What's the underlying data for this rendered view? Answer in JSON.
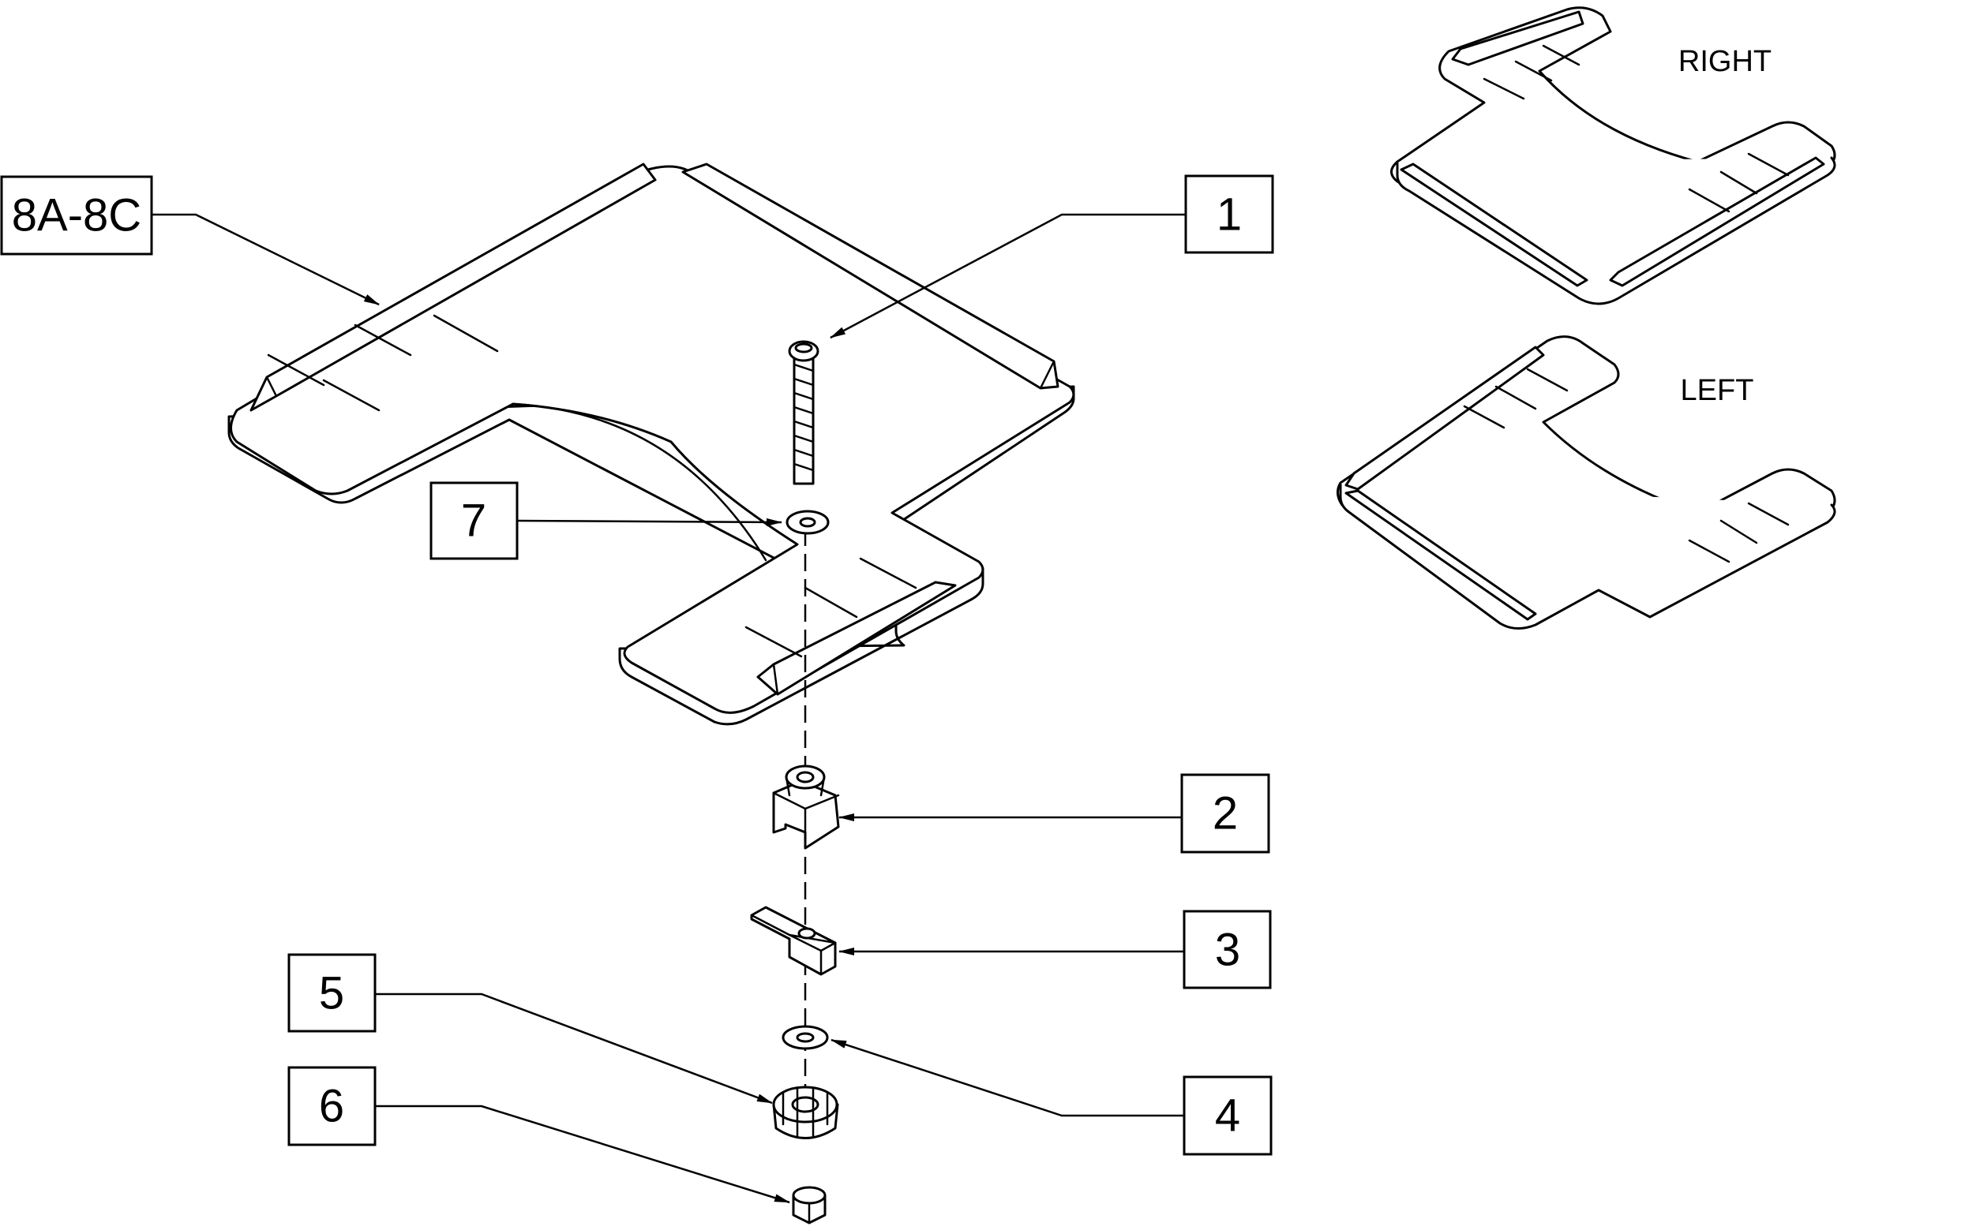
{
  "callouts": {
    "c8": "8A-8C",
    "c1": "1",
    "c7": "7",
    "c2": "2",
    "c3": "3",
    "c4": "4",
    "c5": "5",
    "c6": "6"
  },
  "views": {
    "right": "RIGHT",
    "left": "LEFT"
  },
  "colors": {
    "line": "#000000",
    "background": "#ffffff"
  }
}
